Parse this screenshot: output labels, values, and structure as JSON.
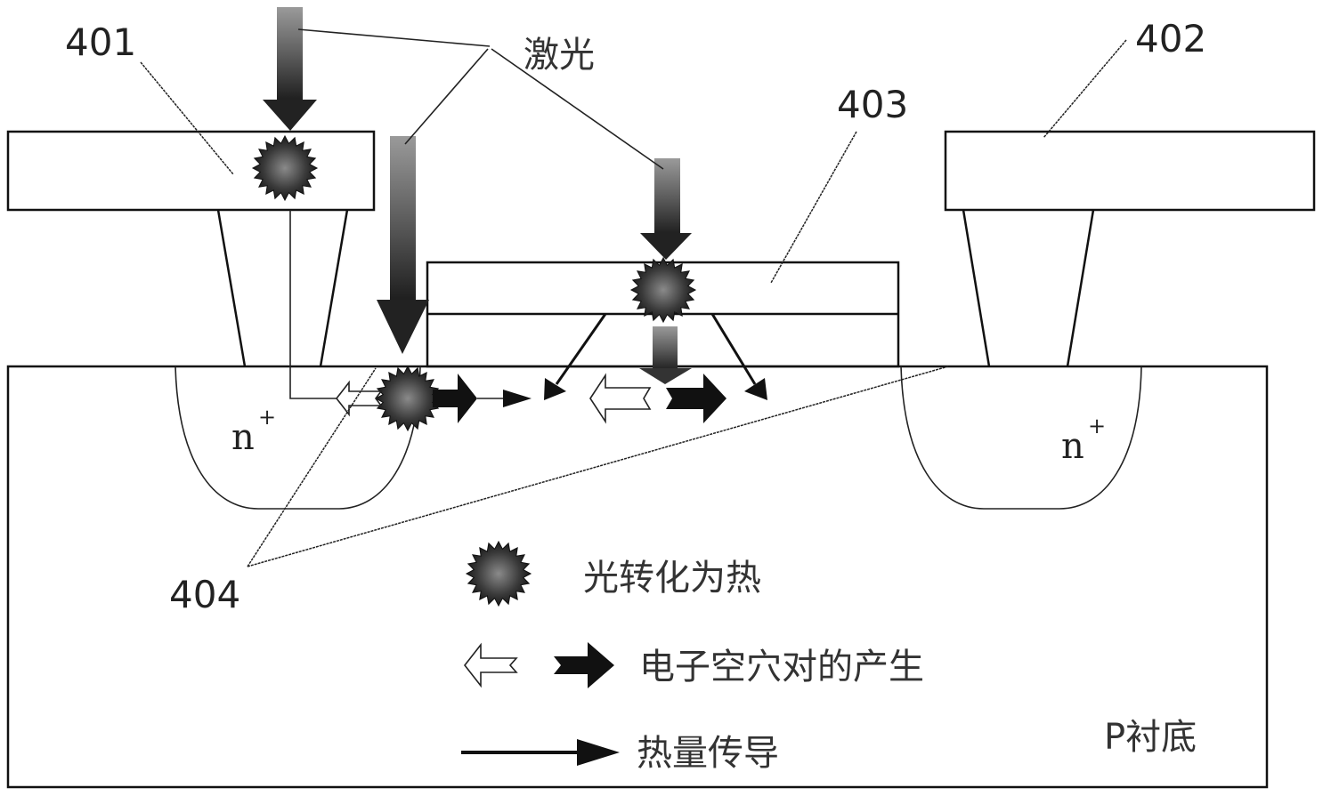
{
  "labels": {
    "l401": "401",
    "l402": "402",
    "l403": "403",
    "l404": "404",
    "laser": "激光",
    "n_left": "n",
    "n_right": "n",
    "plus": "+",
    "substrate": "P衬底"
  },
  "legend": [
    {
      "icon": "spark-icon",
      "text": "光转化为热"
    },
    {
      "icon": "electron-hole-arrows-icon",
      "text": "电子空穴对的产生"
    },
    {
      "icon": "thin-arrow-icon",
      "text": "热量传导"
    }
  ],
  "colors": {
    "line": "#111111",
    "spark_dark": "#1a1a1a",
    "spark_light": "#8a8a8a",
    "arrow_top": "#8c8c8c",
    "arrow_bottom": "#1e1e1e"
  }
}
